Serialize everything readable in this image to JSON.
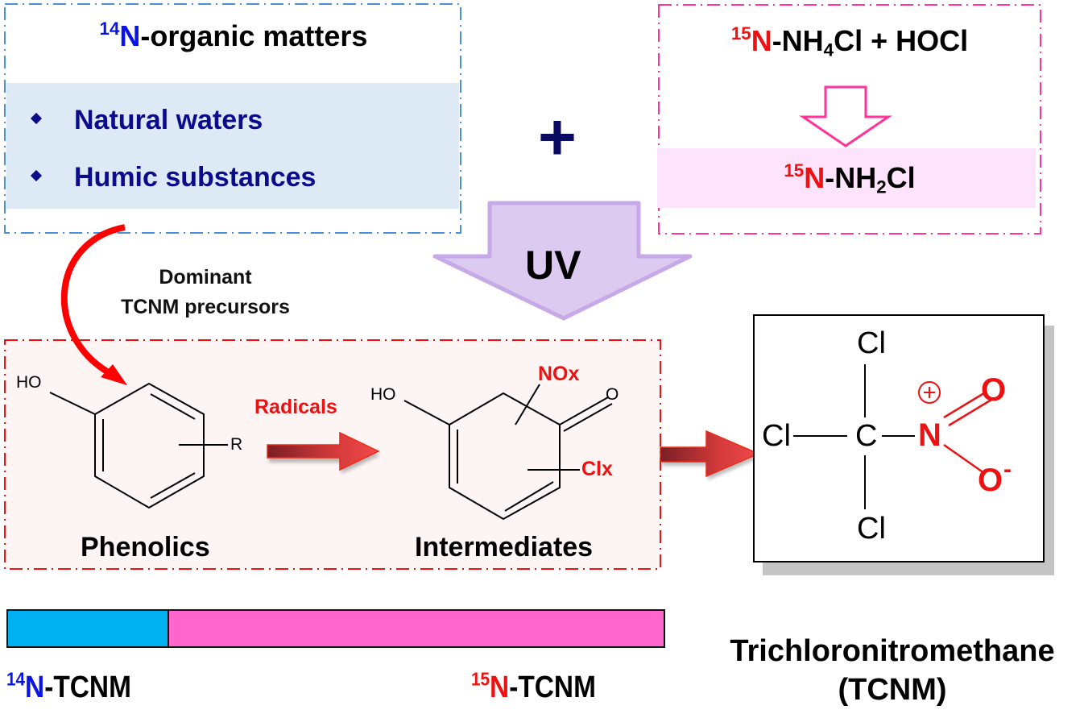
{
  "organic_source": {
    "isotope": "14",
    "element": "N",
    "title_rest": "-organic matters",
    "items": [
      {
        "label": "Natural waters"
      },
      {
        "label": "Humic substances"
      }
    ],
    "accent_color": "#0a14e6",
    "border_color": "#4a90d9"
  },
  "plus_sign": "+",
  "chloramine_source": {
    "reactant": {
      "isotope": "15",
      "element": "N",
      "formula_a": "-NH",
      "sub_a": "4",
      "formula_b": "Cl + HOCl"
    },
    "product": {
      "isotope": "15",
      "element": "N",
      "formula_a": "-NH",
      "sub_a": "2",
      "formula_b": "Cl"
    },
    "accent_color": "#ee1111",
    "border_color": "#ff3399"
  },
  "uv_arrow": {
    "label": "UV",
    "fill_color": "#dccaf0"
  },
  "precursor_annotation": {
    "line1": "Dominant",
    "line2": "TCNM precursors"
  },
  "reaction": {
    "radicals_label": "Radicals",
    "phenolics": {
      "name": "Phenolics",
      "atom_ho": "HO",
      "atom_r": "R"
    },
    "intermediates": {
      "name": "Intermediates",
      "atom_ho": "HO",
      "atom_o": "O",
      "sub_nox": "NOx",
      "sub_clx": "Clx"
    },
    "border_color": "#ee1111"
  },
  "tcnm_structure": {
    "atoms": {
      "cl_top": "Cl",
      "cl_left": "Cl",
      "cl_bottom": "Cl",
      "c": "C",
      "n": "N",
      "o_double": "O",
      "o_single": "O",
      "charge_pos": "+",
      "charge_neg": "-"
    }
  },
  "ratio_bar": {
    "n14_fraction": 0.243,
    "n15_fraction": 0.757,
    "n14_color": "#00b0f0",
    "n15_color": "#ff66cc"
  },
  "bar_labels": {
    "n14": {
      "isotope": "14",
      "element": "N",
      "rest": "-TCNM"
    },
    "n15": {
      "isotope": "15",
      "element": "N",
      "rest": "-TCNM"
    }
  },
  "tcnm_name": {
    "line1": "Trichloronitromethane",
    "line2": "(TCNM)"
  }
}
